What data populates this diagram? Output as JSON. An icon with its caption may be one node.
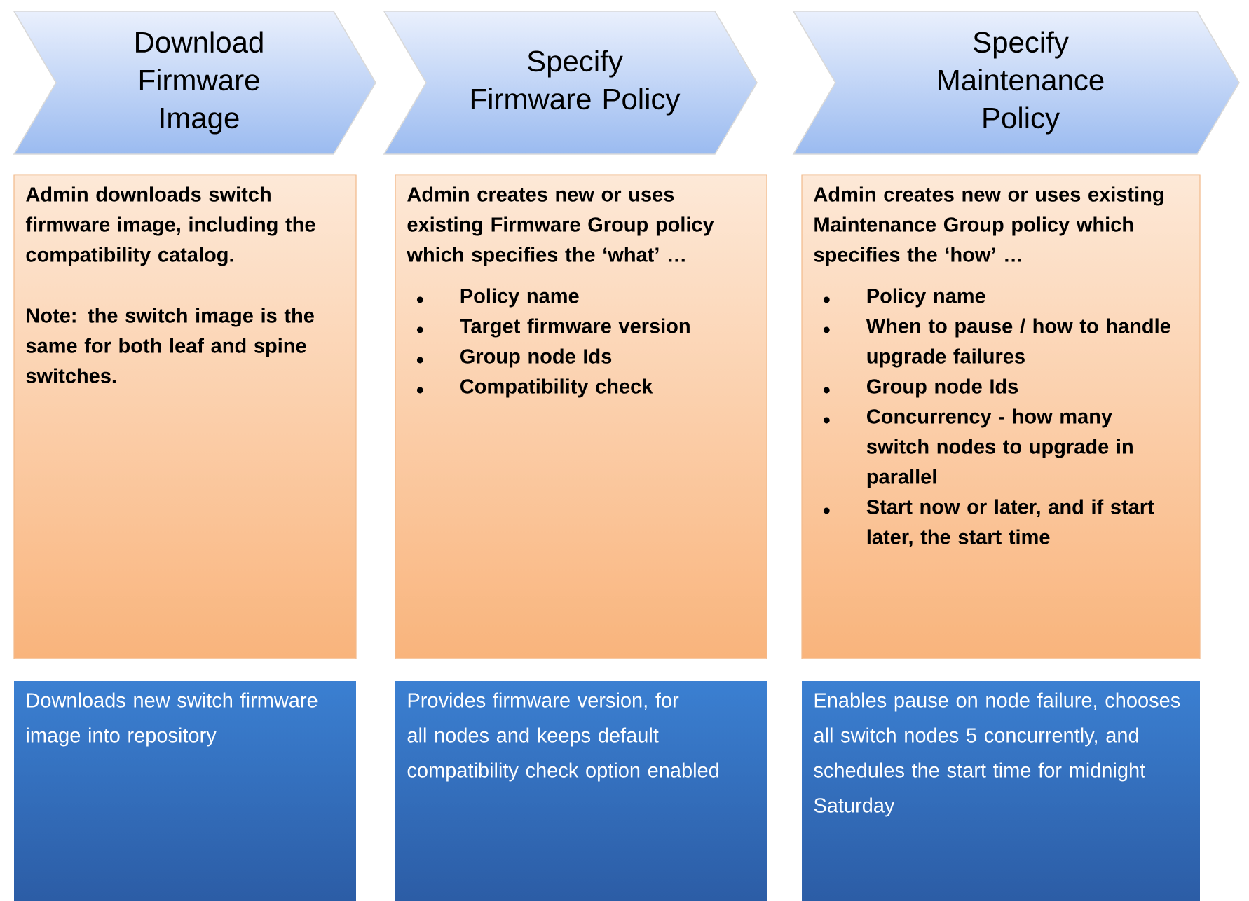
{
  "diagram": {
    "nodes": [
      {
        "text": [
          "Download Firmware Image"
        ]
      },
      {
        "text": [
          "Specify Firmware Policy"
        ]
      },
      {
        "text": [
          "Specify Maintenance Policy"
        ]
      },
      {
        "text": [
          "Admin downloads switch firmware image, including the compatibility catalog.",
          "Note: the switch image is the same for both leaf and spine switches."
        ]
      },
      {
        "text": [
          "Admin creates new or uses existing Firmware Group policy which specifies the ‘what’ …",
          "Policy name",
          "Target firmware version",
          "Group node Ids",
          "Compatibility check"
        ]
      },
      {
        "text": [
          "Admin creates new or uses existing Maintenance Group policy which specifies the ‘how’ …",
          "Policy name",
          "When to pause / how to handle upgrade failures",
          "Group node Ids",
          "Concurrency - how many switch nodes to upgrade in parallel",
          "Start now or later, and if start later, the start time"
        ]
      },
      {
        "text": [
          "Downloads new switch firmware image into repository"
        ]
      },
      {
        "text": [
          "Provides firmware version, for all nodes and keeps default compatibility check option enabled"
        ]
      },
      {
        "text": [
          "Enables pause on node failure, chooses all switch nodes 5 concurrently, and schedules the start time for midnight Saturday"
        ]
      }
    ]
  }
}
